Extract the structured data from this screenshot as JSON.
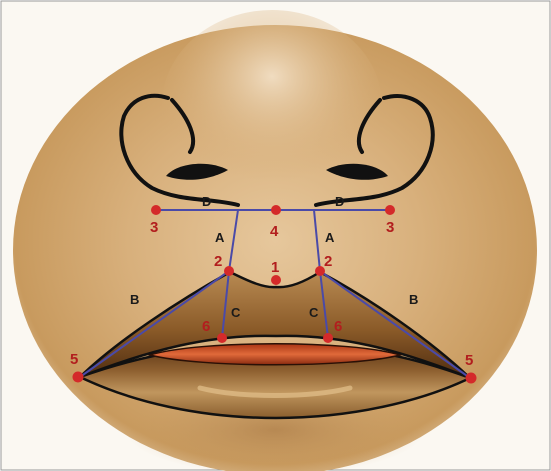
{
  "diagram": {
    "colors": {
      "skin": "#d9b48a",
      "skin_shadow": "#9a6c3a",
      "lip": "#7a4e22",
      "lip_inner": "#c0461e",
      "measure_line": "#4a4aa8",
      "point": "#d42a2a",
      "point_label": "#b21e1e",
      "segment_label": "#1a1a1a"
    },
    "points": {
      "p1": "1",
      "p2_left": "2",
      "p2_right": "2",
      "p3_left": "3",
      "p3_right": "3",
      "p4": "4",
      "p5_left": "5",
      "p5_right": "5",
      "p6_left": "6",
      "p6_right": "6"
    },
    "segments": {
      "a_left": "A",
      "a_right": "A",
      "b_left": "B",
      "b_right": "B",
      "c_left": "C",
      "c_right": "C",
      "d_left": "D",
      "d_right": "D"
    }
  }
}
